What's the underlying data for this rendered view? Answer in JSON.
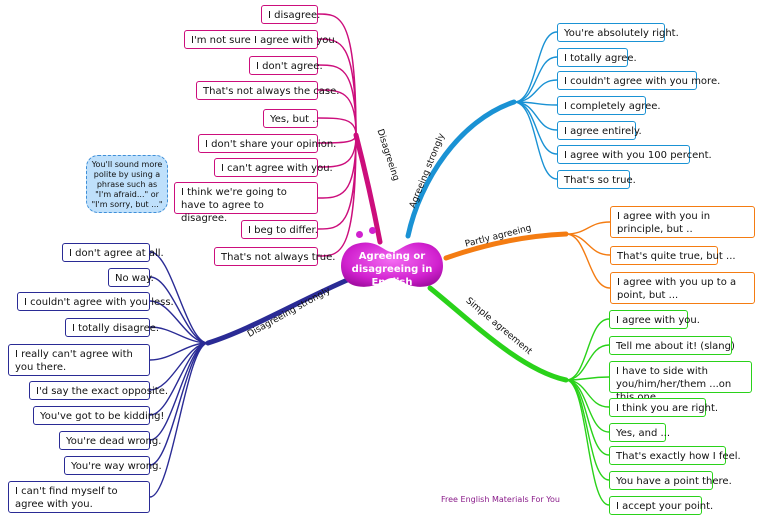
{
  "central_topic": {
    "line1": "Agreeing or",
    "line2": "disagreeing in English"
  },
  "note": {
    "text": "You'll sound more polite by using a phrase such as \"I'm afraid...\" or \"I'm sorry, but ...\""
  },
  "footer": {
    "text": "Free English Materials For You"
  },
  "branches": {
    "disagreeing": {
      "label": "Disagreeing",
      "color": "#cc0e7c",
      "items": [
        "I disagree.",
        "I'm not sure I agree with you.",
        "I don't agree.",
        "That's not always the case.",
        "Yes, but ..",
        "I don't share your opinion.",
        "I can't agree with you.",
        "I think we're going to have to agree to disagree.",
        "I beg to differ.",
        "That's not always true."
      ]
    },
    "agreeing_strongly": {
      "label": "Agreeing strongly",
      "color": "#1a92d4",
      "items": [
        "You're absolutely right.",
        "I totally agree.",
        "I couldn't agree with you more.",
        "I completely agree.",
        "I agree entirely.",
        "I agree with you 100 percent.",
        "That's so true."
      ]
    },
    "partly_agreeing": {
      "label": "Partly agreeing",
      "color": "#f47c12",
      "items": [
        "I agree with you in principle, but ..",
        "That's quite true, but ...",
        "I agree with you up to a point, but ..."
      ]
    },
    "simple_agreement": {
      "label": "Simple agreement",
      "color": "#2ad21a",
      "items": [
        "I agree with you.",
        "Tell me about it! (slang)",
        "I have to side with you/him/her/them ...on this one.",
        "I think you are right.",
        "Yes, and ...",
        "That's exactly how I feel.",
        "You have a point there.",
        "I accept your point."
      ]
    },
    "disagreeing_strongly": {
      "label": "Disagreeing strongly",
      "color": "#2a2b95",
      "items": [
        "I don't agree at all.",
        "No way.",
        "I couldn't agree with you less.",
        "I totally disagree.",
        "I really can't agree with you there.",
        "I'd say the exact opposite.",
        "You've got to be kidding!",
        "You're dead wrong.",
        "You're way wrong.",
        "I can't find myself to agree with you."
      ]
    }
  }
}
